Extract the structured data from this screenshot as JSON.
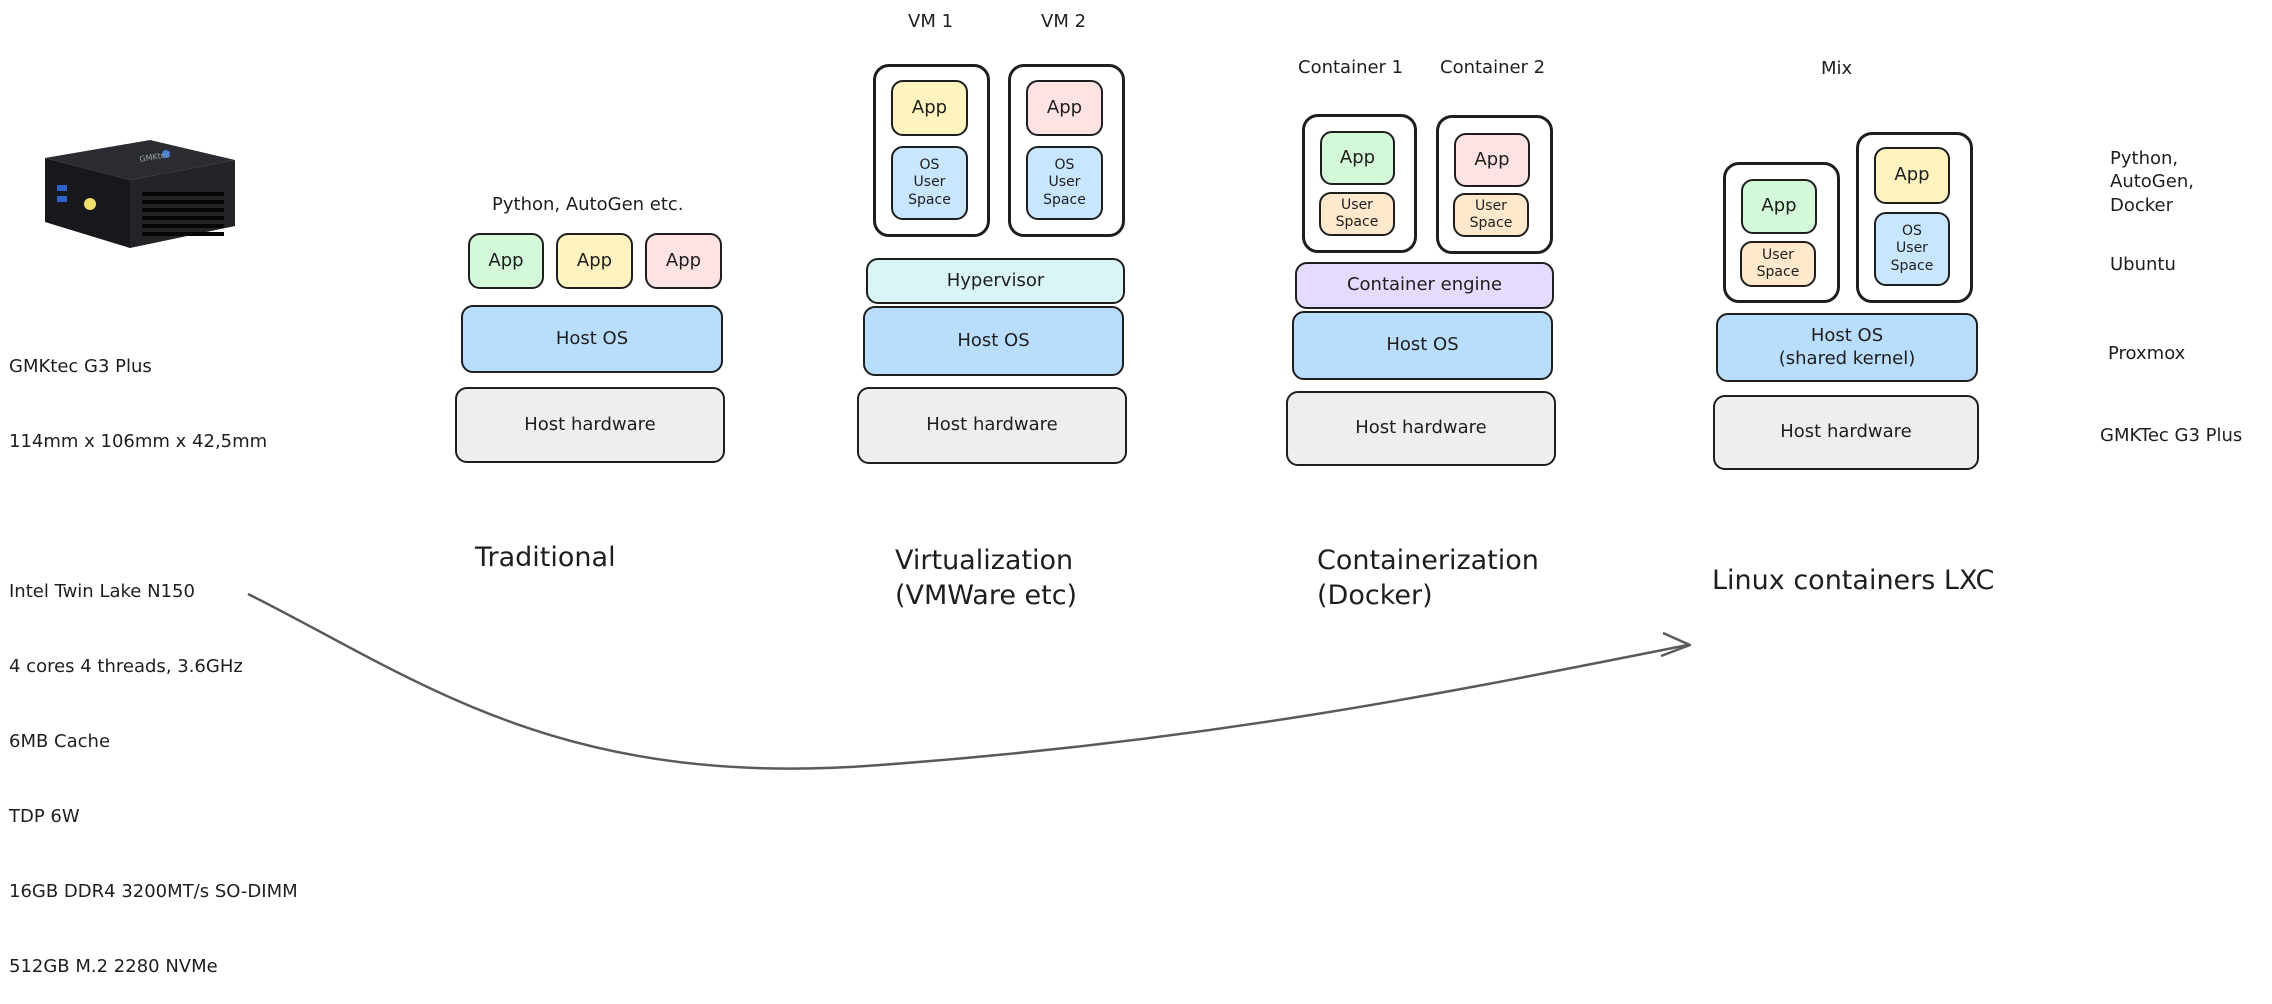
{
  "device": {
    "specs": [
      "GMKtec G3 Plus",
      "114mm x 106mm x 42,5mm",
      "",
      "Intel Twin Lake N150",
      "4 cores 4 threads, 3.6GHz",
      "6MB Cache",
      "TDP 6W",
      "16GB DDR4 3200MT/s SO-DIMM",
      "512GB M.2 2280 NVMe"
    ]
  },
  "traditional": {
    "top_label": "Python, AutoGen etc.",
    "apps": [
      "App",
      "App",
      "App"
    ],
    "host_os": "Host OS",
    "host_hw": "Host hardware",
    "title": "Traditional"
  },
  "virtualization": {
    "vm1_label": "VM 1",
    "vm2_label": "VM 2",
    "app": "App",
    "os_user_space": "OS\nUser\nSpace",
    "hypervisor": "Hypervisor",
    "host_os": "Host OS",
    "host_hw": "Host hardware",
    "title": "Virtualization\n(VMWare etc)"
  },
  "containerization": {
    "c1_label": "Container 1",
    "c2_label": "Container 2",
    "app": "App",
    "user_space": "User\nSpace",
    "engine": "Container engine",
    "host_os": "Host OS",
    "host_hw": "Host hardware",
    "title": "Containerization\n(Docker)"
  },
  "lxc": {
    "mix_label": "Mix",
    "app": "App",
    "user_space": "User\nSpace",
    "os_user_space": "OS\nUser\nSpace",
    "host_os": "Host OS\n(shared kernel)",
    "host_hw": "Host hardware",
    "title": "Linux containers LXC"
  },
  "side_labels": {
    "apps": "Python,\nAutoGen,\nDocker",
    "ubuntu": "Ubuntu",
    "proxmox": "Proxmox",
    "hardware": "GMKTec G3 Plus"
  },
  "device_brand": "GMKtec"
}
